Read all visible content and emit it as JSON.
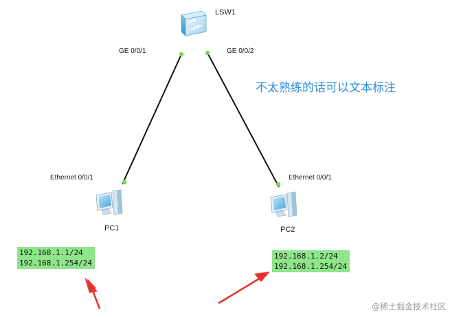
{
  "diagram": {
    "switch": {
      "name": "LSW1",
      "icon": "switch-icon",
      "port_left": "GE 0/0/1",
      "port_right": "GE 0/0/2"
    },
    "pc1": {
      "name": "PC1",
      "icon": "pc-icon",
      "port": "Ethernet 0/0/1",
      "ip": "192.168.1.1/24",
      "gateway": "192.168.1.254/24"
    },
    "pc2": {
      "name": "PC2",
      "icon": "pc-icon",
      "port": "Ethernet 0/0/1",
      "ip": "192.168.1.2/24",
      "gateway": "192.168.1.254/24"
    },
    "note": "不太熟练的话可以文本标注",
    "watermark": "@稀土掘金技术社区"
  },
  "colors": {
    "link": "#111111",
    "port_dot": "#7ad64a",
    "ip_box": "#8ee58a",
    "note": "#2f8fdc",
    "arrow": "#e8332a",
    "watermark": "#9a9a9a"
  }
}
